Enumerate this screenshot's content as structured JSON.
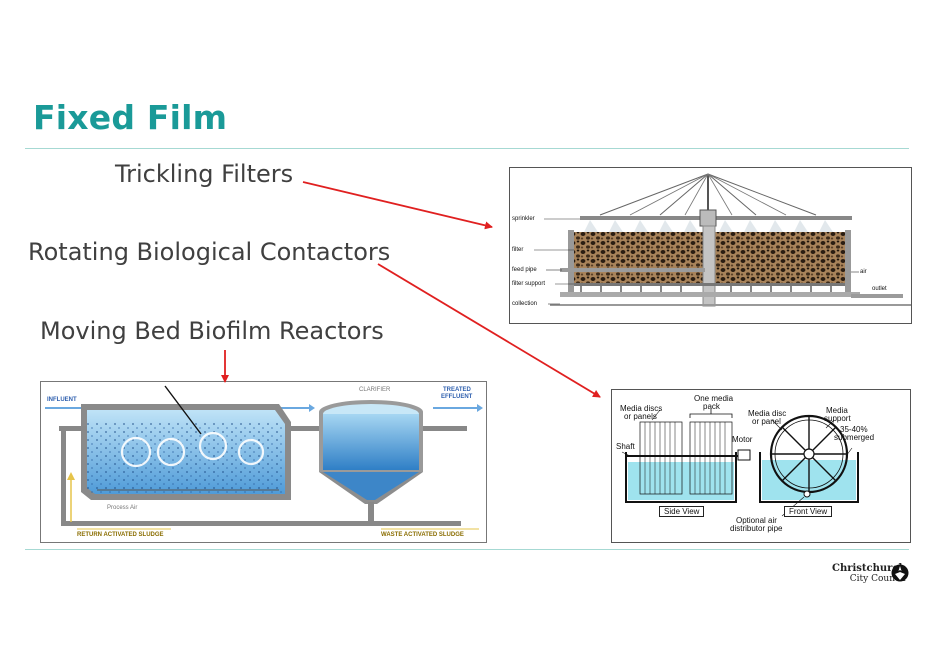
{
  "slide": {
    "title": "Fixed Film",
    "items": {
      "trickling_filters": "Trickling Filters",
      "rotating_biological_contactors": "Rotating Biological Contactors",
      "moving_bed_biofilm_reactors": "Moving Bed Biofilm Reactors"
    }
  },
  "trickling_filter_diagram": {
    "labels": {
      "sprinkler": "sprinkler",
      "filter": "filter",
      "feed_pipe": "feed pipe",
      "filter_support": "filter support",
      "collection": "collection",
      "air": "air",
      "outlet": "outlet"
    }
  },
  "mbbr_diagram": {
    "labels": {
      "influent": "INFLUENT",
      "clarifier": "CLARIFIER",
      "treated_effluent_1": "TREATED",
      "treated_effluent_2": "EFFLUENT",
      "process_air": "Process Air",
      "return_sludge": "RETURN ACTIVATED SLUDGE",
      "waste_sludge": "WASTE ACTIVATED SLUDGE"
    }
  },
  "rbc_diagram": {
    "labels": {
      "one_media_pack_1": "One media",
      "one_media_pack_2": "pack",
      "media_discs_1": "Media discs",
      "media_discs_2": "or panels",
      "shaft": "Shaft",
      "motor": "Motor",
      "media_disc_1": "Media disc",
      "media_disc_2": "or panel",
      "media_support_1": "Media",
      "media_support_2": "support",
      "submerged_1": "35-40%",
      "submerged_2": "submerged",
      "side_view": "Side View",
      "front_view": "Front View",
      "optional_air_1": "Optional air",
      "optional_air_2": "distributor pipe"
    }
  },
  "logo": {
    "line1": "Christchurch",
    "line2": "City Council"
  },
  "colors": {
    "title": "#1a9a98",
    "rule": "#a6d9d3",
    "arrow": "#e02020",
    "water": "#9fe3ee"
  }
}
